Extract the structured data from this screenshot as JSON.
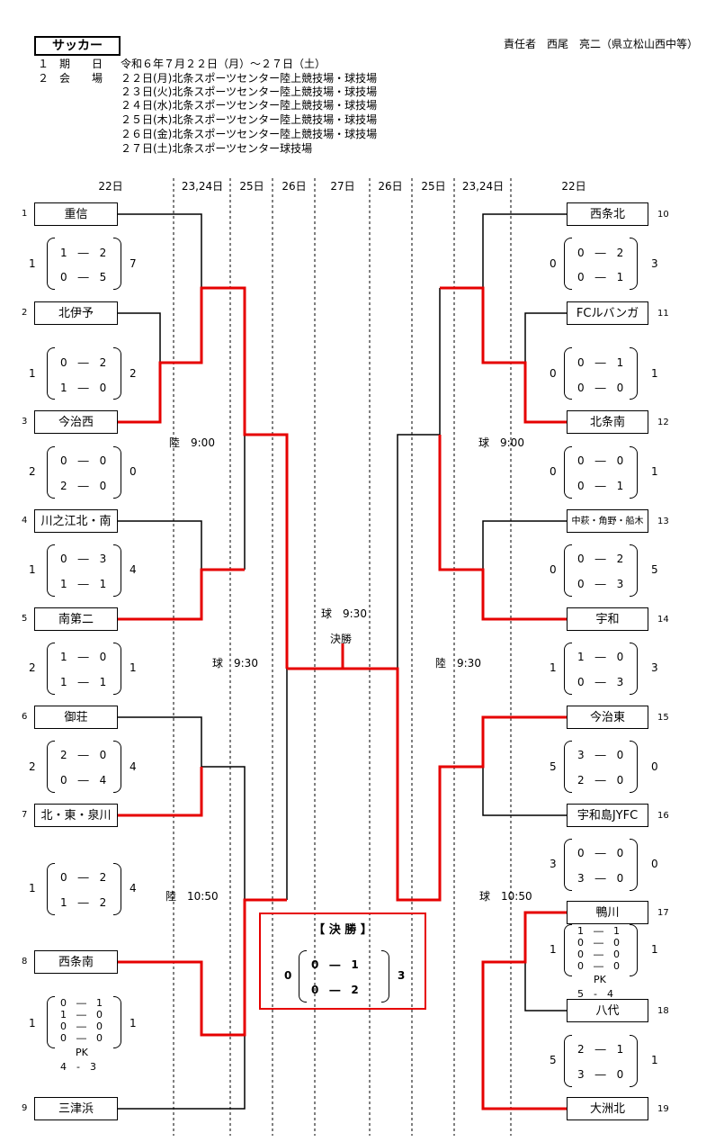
{
  "header": {
    "sport": "サッカー",
    "responsible": "責任者　西尾　亮二（県立松山西中等）",
    "period_label": "１　期　　日",
    "period_value": "令和６年７月２２日（月）〜２７日（土）",
    "venue_label": "２　会　　場",
    "venue_days": [
      "２２日(月)北条スポーツセンター陸上競技場・球技場",
      "２３日(火)北条スポーツセンター陸上競技場・球技場",
      "２４日(水)北条スポーツセンター陸上競技場・球技場",
      "２５日(木)北条スポーツセンター陸上競技場・球技場",
      "２６日(金)北条スポーツセンター陸上競技場・球技場",
      "２７日(土)北条スポーツセンター球技場"
    ]
  },
  "day_headers": [
    "22日",
    "23,24日",
    "25日",
    "26日",
    "27日",
    "26日",
    "25日",
    "23,24日",
    "22日"
  ],
  "left_teams": [
    {
      "seed": "1",
      "name": "重信"
    },
    {
      "seed": "2",
      "name": "北伊予"
    },
    {
      "seed": "3",
      "name": "今治西"
    },
    {
      "seed": "4",
      "name": "川之江北・南"
    },
    {
      "seed": "5",
      "name": "南第二"
    },
    {
      "seed": "6",
      "name": "御荘"
    },
    {
      "seed": "7",
      "name": "北・東・泉川"
    },
    {
      "seed": "8",
      "name": "西条南"
    },
    {
      "seed": "9",
      "name": "三津浜"
    }
  ],
  "right_teams": [
    {
      "seed": "10",
      "name": "西条北"
    },
    {
      "seed": "11",
      "name": "FCルバンガ"
    },
    {
      "seed": "12",
      "name": "北条南"
    },
    {
      "seed": "13",
      "name": "中萩・角野・船木"
    },
    {
      "seed": "14",
      "name": "宇和"
    },
    {
      "seed": "15",
      "name": "今治東"
    },
    {
      "seed": "16",
      "name": "宇和島JYFC"
    },
    {
      "seed": "17",
      "name": "鴨川"
    },
    {
      "seed": "18",
      "name": "八代"
    },
    {
      "seed": "19",
      "name": "大洲北"
    }
  ],
  "left_scores": [
    {
      "a": "1",
      "b": "7",
      "halves": [
        "1　―　2",
        "0　―　5"
      ]
    },
    {
      "a": "1",
      "b": "2",
      "halves": [
        "0　―　2",
        "1　―　0"
      ]
    },
    {
      "a": "2",
      "b": "0",
      "halves": [
        "0　―　0",
        "2　―　0"
      ]
    },
    {
      "a": "1",
      "b": "4",
      "halves": [
        "0　―　3",
        "1　―　1"
      ]
    },
    {
      "a": "2",
      "b": "1",
      "halves": [
        "1　―　0",
        "1　―　1"
      ]
    },
    {
      "a": "2",
      "b": "4",
      "halves": [
        "2　―　0",
        "0　―　4"
      ]
    },
    {
      "a": "1",
      "b": "4",
      "halves": [
        "0　―　2",
        "1　―　2"
      ]
    },
    {
      "a": "1",
      "b": "1",
      "halves": [
        "0　―　1",
        "1　―　0",
        "0　―　0",
        "0　―　0"
      ],
      "pk_label": "PK",
      "pk": "4　-　3"
    }
  ],
  "right_scores": [
    {
      "a": "0",
      "b": "3",
      "halves": [
        "0　―　2",
        "0　―　1"
      ]
    },
    {
      "a": "0",
      "b": "1",
      "halves": [
        "0　―　1",
        "0　―　0"
      ]
    },
    {
      "a": "0",
      "b": "1",
      "halves": [
        "0　―　0",
        "0　―　1"
      ]
    },
    {
      "a": "0",
      "b": "5",
      "halves": [
        "0　―　2",
        "0　―　3"
      ]
    },
    {
      "a": "1",
      "b": "3",
      "halves": [
        "1　―　0",
        "0　―　3"
      ]
    },
    {
      "a": "5",
      "b": "0",
      "halves": [
        "3　―　0",
        "2　―　0"
      ]
    },
    {
      "a": "3",
      "b": "0",
      "halves": [
        "0　―　0",
        "3　―　0"
      ]
    },
    {
      "a": "1",
      "b": "1",
      "halves": [
        "1　―　1",
        "0　―　0",
        "0　―　0",
        "0　―　0"
      ],
      "pk_label": "PK",
      "pk": "5　-　4"
    },
    {
      "a": "5",
      "b": "1",
      "halves": [
        "2　―　1",
        "3　―　0"
      ]
    }
  ],
  "venues": {
    "left_1": "陸　9:00",
    "left_2": "球　9:30",
    "left_3": "陸　10:50",
    "right_1": "球　9:00",
    "right_2": "陸　9:30",
    "right_3": "球　10:50",
    "final_time": "球　9:30",
    "final_label": "決勝"
  },
  "final": {
    "title": "【 決 勝 】",
    "a": "0",
    "b": "3",
    "halves": [
      "0　―　1",
      "0　―　2"
    ]
  },
  "colors": {
    "winner_line": "#e60000",
    "loser_line": "#000000"
  }
}
